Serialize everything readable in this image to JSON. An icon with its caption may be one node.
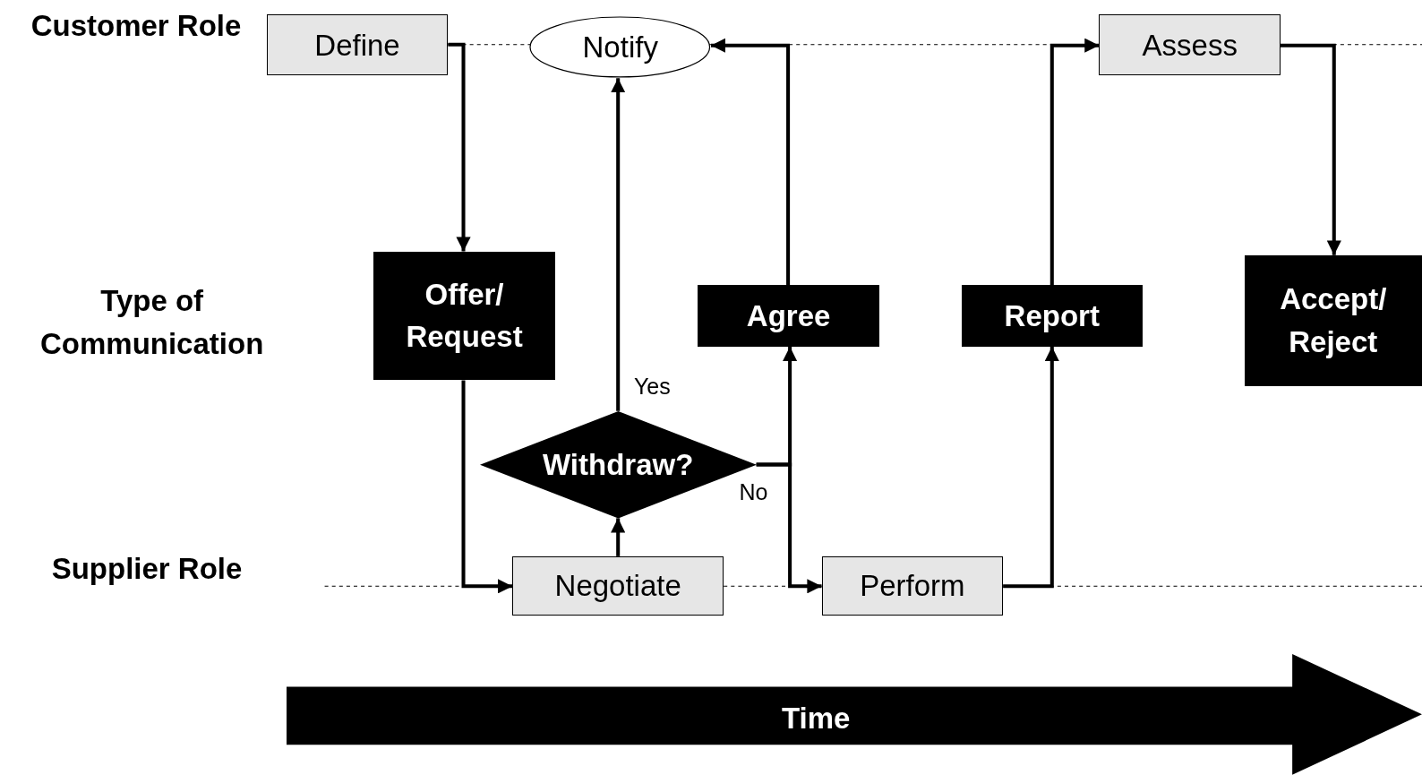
{
  "diagram": {
    "nodes": [
      {
        "text": [
          "Define"
        ]
      },
      {
        "text": [
          "Notify"
        ]
      },
      {
        "text": [
          "Assess"
        ]
      },
      {
        "text": [
          "Offer/ Request"
        ]
      },
      {
        "text": [
          "Agree"
        ]
      },
      {
        "text": [
          "Report"
        ]
      },
      {
        "text": [
          "Accept/ Reject"
        ]
      },
      {
        "text": [
          "Withdraw?"
        ]
      },
      {
        "text": [
          "Negotiate"
        ]
      },
      {
        "text": [
          "Perform"
        ]
      },
      {
        "text": [
          "Time"
        ]
      }
    ],
    "edges": [
      {
        "from": 0,
        "to": 3,
        "arrow": "to"
      },
      {
        "from": 3,
        "to": 8,
        "arrow": "to"
      },
      {
        "from": 8,
        "to": 7,
        "arrow": "to"
      },
      {
        "from": 7,
        "to": 1,
        "arrow": "to",
        "label": "Yes"
      },
      {
        "from": 7,
        "to": 4,
        "arrow": "to"
      },
      {
        "from": 7,
        "to": 9,
        "arrow": "to",
        "label": "No"
      },
      {
        "from": 4,
        "to": 1,
        "arrow": "to"
      },
      {
        "from": 9,
        "to": 5,
        "arrow": "to"
      },
      {
        "from": 5,
        "to": 2,
        "arrow": "to"
      },
      {
        "from": 2,
        "to": 6,
        "arrow": "to"
      }
    ],
    "labels": [
      "Customer Role",
      "Type of Communication",
      "Supplier Role"
    ]
  }
}
